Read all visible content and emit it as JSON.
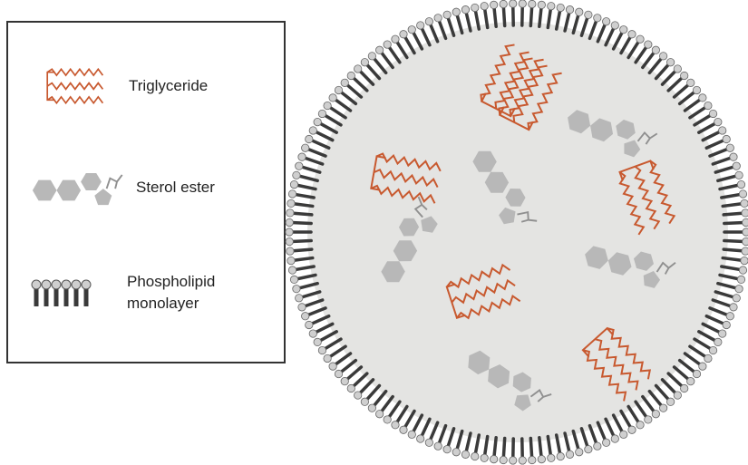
{
  "legend": {
    "items": [
      {
        "key": "triglyceride",
        "label": "Triglyceride"
      },
      {
        "key": "sterol_ester",
        "label": "Sterol ester"
      },
      {
        "key": "phospholipid",
        "label_lines": [
          "Phospholipid",
          "monolayer"
        ]
      }
    ]
  },
  "colors": {
    "triglyceride": "#c8592f",
    "sterol": "#b8b8b8",
    "sterol_tail": "#909090",
    "phospholipid_head": "#cfcfcf",
    "phospholipid_tail": "#3a3a3a",
    "droplet_core": "#e4e4e2",
    "legend_border": "#333333"
  },
  "droplet": {
    "phospholipid_count": 150,
    "triglyceride_count": 6,
    "sterol_ester_count": 5
  }
}
